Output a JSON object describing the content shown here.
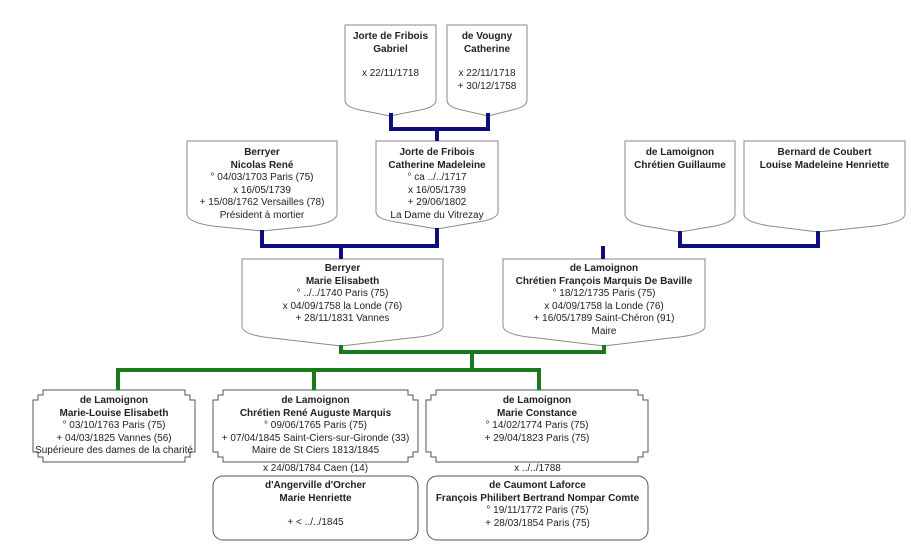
{
  "title": "Family tree - de Lamoignon / Berryer",
  "colors": {
    "ancestor_link": "#0d0d80",
    "descendant_link": "#1a7a1a",
    "box_border": "#7a7a7a"
  },
  "people": {
    "gabriel": {
      "surname": "Jorte de Fribois",
      "given": "Gabriel",
      "lines": [
        "",
        "x 22/11/1718"
      ]
    },
    "vougny": {
      "surname": "de Vougny",
      "given": "Catherine",
      "lines": [
        "",
        "x 22/11/1718",
        "+ 30/12/1758"
      ]
    },
    "nicolas": {
      "surname": "Berryer",
      "given": "Nicolas René",
      "lines": [
        "° 04/03/1703 Paris (75)",
        "x 16/05/1739",
        "+ 15/08/1762 Versailles (78)",
        "Président à mortier"
      ]
    },
    "catherine_madeleine": {
      "surname": "Jorte de Fribois",
      "given": "Catherine Madeleine",
      "lines": [
        "° ca ../../1717",
        "x 16/05/1739",
        "+ 29/06/1802",
        "La Dame du Vitrezay"
      ]
    },
    "chretien_guillaume": {
      "surname": "de Lamoignon",
      "given": "Chrétien Guillaume",
      "lines": []
    },
    "louise_madeleine": {
      "surname": "Bernard de Coubert",
      "given": "Louise Madeleine Henriette",
      "lines": []
    },
    "marie_elisabeth": {
      "surname": "Berryer",
      "given": "Marie Elisabeth",
      "lines": [
        "° ../../1740 Paris (75)",
        "x 04/09/1758 la Londe (76)",
        "+ 28/11/1831 Vannes"
      ]
    },
    "chretien_francois": {
      "surname": "de Lamoignon",
      "given": "Chrétien François Marquis De Baville",
      "lines": [
        "° 18/12/1735 Paris (75)",
        "x 04/09/1758 la Londe (76)",
        "+ 16/05/1789 Saint-Chéron (91)",
        "Maire"
      ]
    },
    "marie_louise": {
      "surname": "de Lamoignon",
      "given": "Marie-Louise Elisabeth",
      "lines": [
        "° 03/10/1763 Paris (75)",
        "+ 04/03/1825 Vannes (56)",
        "Supérieure des dames de la charité"
      ]
    },
    "chretien_rene": {
      "surname": "de Lamoignon",
      "given": "Chrétien René Auguste Marquis",
      "lines": [
        "° 09/06/1765 Paris (75)",
        "+ 07/04/1845 Saint-Ciers-sur-Gironde (33)",
        "Maire de St Ciers 1813/1845"
      ]
    },
    "marie_constance": {
      "surname": "de Lamoignon",
      "given": "Marie Constance",
      "lines": [
        "° 14/02/1774 Paris (75)",
        "+ 29/04/1823 Paris (75)"
      ]
    },
    "angerville": {
      "surname": "d'Angerville d'Orcher",
      "given": "Marie Henriette",
      "lines": [
        "",
        "+ < ../../1845"
      ]
    },
    "caumont": {
      "surname": "de Caumont Laforce",
      "given": "François Philibert Bertrand Nompar Comte",
      "lines": [
        "° 19/11/1772 Paris (75)",
        "+ 28/03/1854 Paris (75)"
      ]
    }
  },
  "marriages": {
    "chretien_rene": "x 24/08/1784 Caen (14)",
    "marie_constance": "x ../../1788"
  }
}
